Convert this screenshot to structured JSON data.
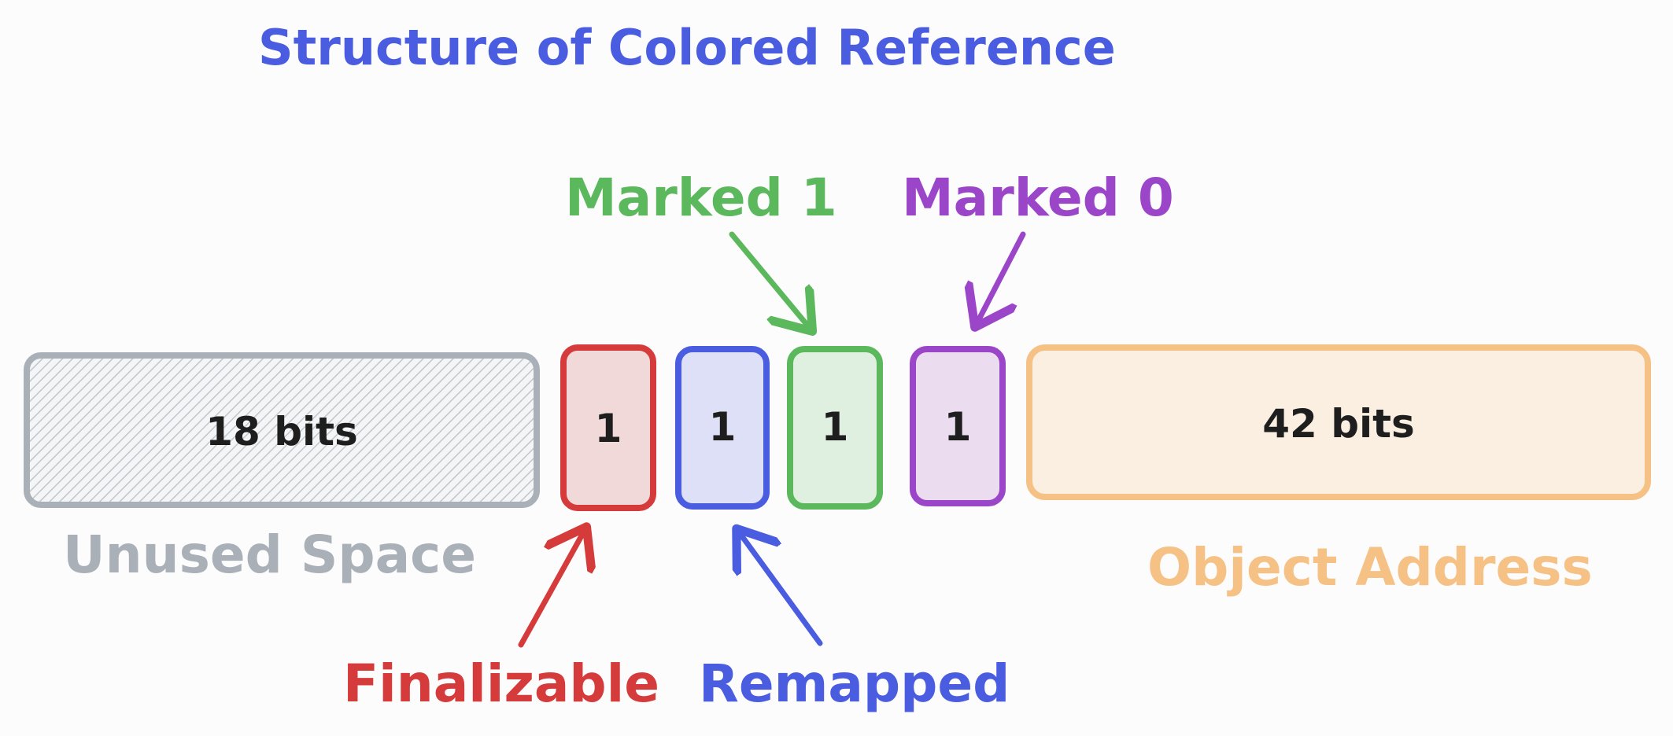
{
  "title": "Structure of Colored Reference",
  "colors": {
    "title": "#4a5de0",
    "unused": "#aab0b8",
    "finalizable": "#d63b3b",
    "remapped": "#4a5de0",
    "marked1": "#5cb85c",
    "marked0": "#9b45c8",
    "object_address": "#f6c185"
  },
  "fields": {
    "unused": {
      "value": "18 bits",
      "label": "Unused Space"
    },
    "finalizable": {
      "value": "1",
      "label": "Finalizable"
    },
    "remapped": {
      "value": "1",
      "label": "Remapped"
    },
    "marked1": {
      "value": "1",
      "label": "Marked 1"
    },
    "marked0": {
      "value": "1",
      "label": "Marked 0"
    },
    "object_address": {
      "value": "42 bits",
      "label": "Object Address"
    }
  }
}
